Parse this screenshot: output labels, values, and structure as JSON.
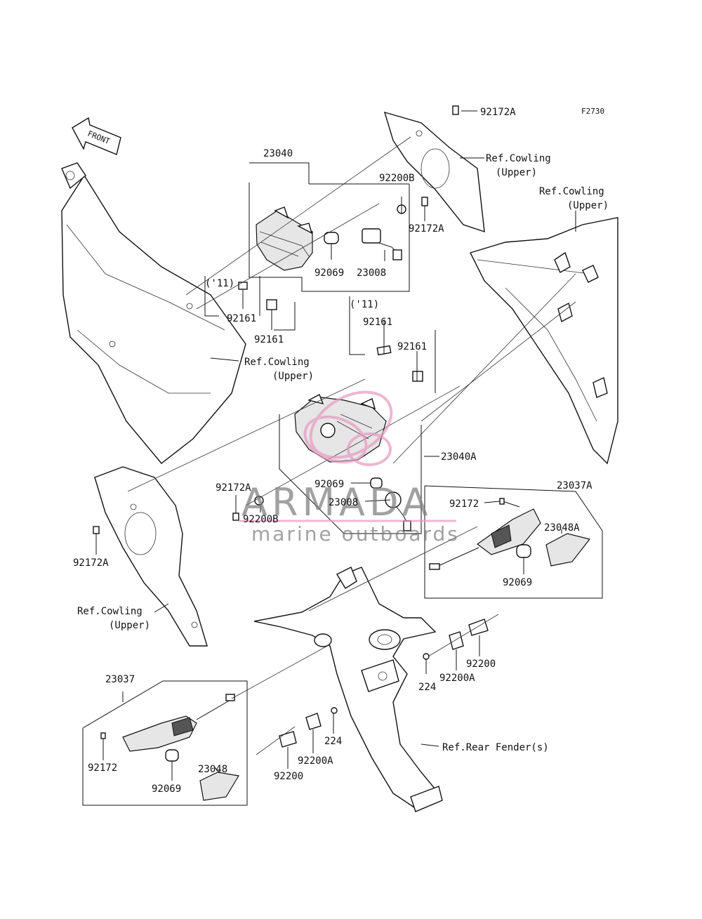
{
  "figure_code": "F2730",
  "front_arrow": {
    "text": "FRONT"
  },
  "labels": {
    "l_92172A_top": "92172A",
    "l_ref_cowling_upper_1": "Ref.Cowling",
    "l_ref_cowling_upper_1b": "(Upper)",
    "l_ref_cowling_upper_2": "Ref.Cowling",
    "l_ref_cowling_upper_2b": "(Upper)",
    "l_23040": "23040",
    "l_92200B_top": "92200B",
    "l_92172A_mid": "92172A",
    "l_92069_a": "92069",
    "l_23008_a": "23008",
    "l_11_a": "('11)",
    "l_92161_a": "92161",
    "l_92161_b": "92161",
    "l_ref_cowling_upper_3": "Ref.Cowling",
    "l_ref_cowling_upper_3b": "(Upper)",
    "l_11_b": "('11)",
    "l_92161_c": "92161",
    "l_92161_d": "92161",
    "l_23040A": "23040A",
    "l_92172A_left": "92172A",
    "l_92069_b": "92069",
    "l_23008_b": "23008",
    "l_92200B_left": "92200B",
    "l_92172A_low": "92172A",
    "l_23037A": "23037A",
    "l_92172_r": "92172",
    "l_23048A": "23048A",
    "l_92069_c": "92069",
    "l_ref_cowling_upper_4": "Ref.Cowling",
    "l_ref_cowling_upper_4b": "(Upper)",
    "l_92200_r": "92200",
    "l_224_r": "224",
    "l_92200A_r": "92200A",
    "l_23037": "23037",
    "l_224_l": "224",
    "l_92172_l": "92172",
    "l_23048": "23048",
    "l_92200A_l": "92200A",
    "l_92069_d": "92069",
    "l_92200_l": "92200",
    "l_ref_rear_fender": "Ref.Rear Fender(s)"
  },
  "watermark": {
    "title": "ARMADA",
    "subtitle": "marine outboards",
    "logo_color": "#e79ac0",
    "text_color": "#7a7a7a"
  },
  "colors": {
    "ink": "#111111",
    "fill_gray": "#e6e6e6",
    "background": "#ffffff"
  }
}
